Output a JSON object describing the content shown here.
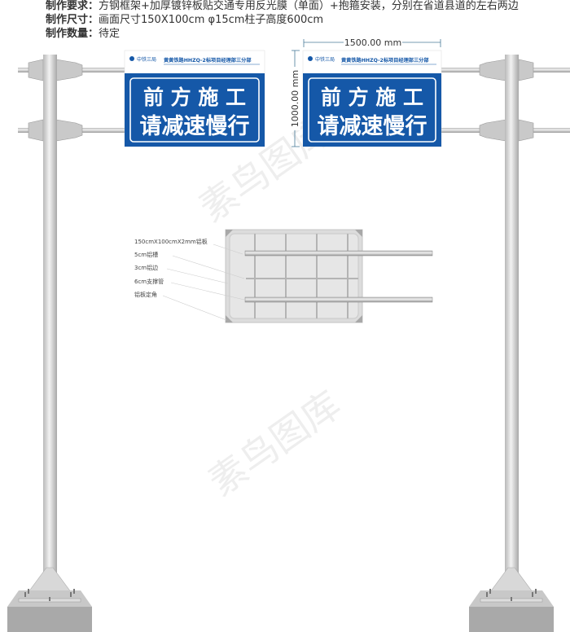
{
  "specs": [
    {
      "label": "制作要求：",
      "value": "方钢框架+加厚镀锌板贴交通专用反光膜（单面）+抱箍安装，分别在省道县道的左右两边"
    },
    {
      "label": "制作尺寸：",
      "value": "画面尺寸150X100cm   φ15cm柱子高度600cm"
    },
    {
      "label": "制作数量：",
      "value": "待定"
    }
  ],
  "sign": {
    "logo_text": "中铁三局",
    "header": "黄黄铁路HHZQ-2标项目经理部三分部",
    "line1": "前 方 施 工",
    "line2": "请减速慢行",
    "blue": "#1558a8"
  },
  "dimensions": {
    "width": "1500.00 mm",
    "height": "1000.00 mm"
  },
  "detail": {
    "labels": [
      "150cmX100cmX2mm铝板",
      "5cm铝槽",
      "3cm铝边",
      "6cm支撑管",
      "铝板定角"
    ]
  },
  "watermark": "素鸟图库"
}
